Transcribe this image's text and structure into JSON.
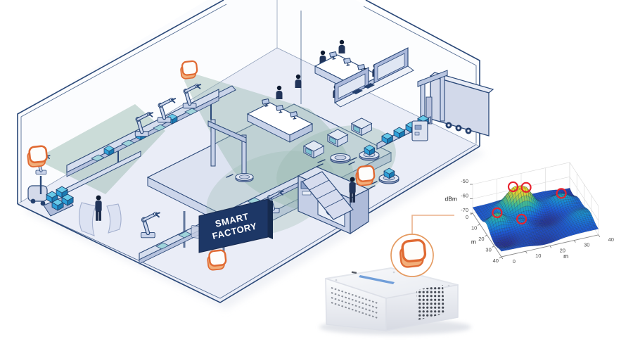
{
  "scene": {
    "sign": {
      "line1": "SMART",
      "line2": "FACTORY"
    },
    "beacon_count": 5,
    "colors": {
      "beacon_orange": "#e06a33",
      "coverage_teal": "#9bbbb2",
      "line_navy": "#2a4878",
      "sign_navy": "#1d3766",
      "box_blue": "#2e9fd8",
      "marker_red": "#e8232e"
    }
  },
  "chart_data": {
    "type": "surface",
    "title": "",
    "zlabel": "dBm",
    "xlabel": "m",
    "ylabel": "m",
    "x_ticks": [
      0,
      10,
      20,
      30,
      40
    ],
    "y_ticks": [
      0,
      10,
      20,
      30,
      40
    ],
    "z_ticks": [
      -50,
      -60,
      -70
    ],
    "xlim": [
      0,
      40
    ],
    "ylim": [
      0,
      40
    ],
    "zlim": [
      -70,
      -50
    ],
    "grid": true,
    "legend": false,
    "colormap": "parula",
    "surface": {
      "base_dbm": -66,
      "peaks": [
        {
          "x": 14,
          "y": 9,
          "amp": 12,
          "sigma": 4.0
        },
        {
          "x": 18.5,
          "y": 12,
          "amp": 11,
          "sigma": 3.5
        },
        {
          "x": 33,
          "y": 12,
          "amp": 6,
          "sigma": 3.6
        },
        {
          "x": 4.5,
          "y": 19,
          "amp": 8.5,
          "sigma": 3.2
        },
        {
          "x": 13.5,
          "y": 22.5,
          "amp": 3.5,
          "sigma": 2.5
        },
        {
          "x": 37,
          "y": 28,
          "amp": 4,
          "sigma": 4.5
        }
      ],
      "dips": [
        {
          "x": 24,
          "y": 21,
          "amp": -3.5,
          "sigma": 5
        },
        {
          "x": 4,
          "y": 31,
          "amp": -4,
          "sigma": 4
        },
        {
          "x": 39,
          "y": 4,
          "amp": -3,
          "sigma": 4
        },
        {
          "x": 18,
          "y": 38,
          "amp": -2.5,
          "sigma": 5
        }
      ]
    },
    "markers": {
      "shape": "circle",
      "color": "#e8232e",
      "points": [
        {
          "x": 14,
          "y": 9
        },
        {
          "x": 18.5,
          "y": 12
        },
        {
          "x": 33,
          "y": 12
        },
        {
          "x": 4.5,
          "y": 19
        },
        {
          "x": 13.5,
          "y": 22.5
        }
      ]
    }
  }
}
